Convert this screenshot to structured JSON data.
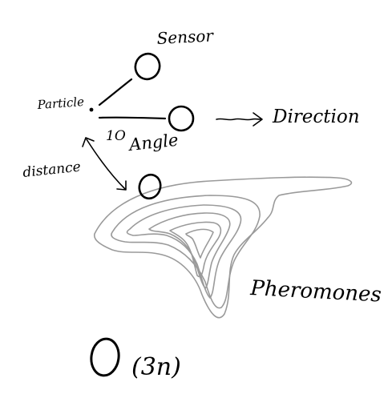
{
  "labels": {
    "sensor": "Sensor",
    "particle": "Particle",
    "direction": "Direction",
    "angle": "Angle",
    "angle_mark": "1O",
    "distance": "distance",
    "pheromones": "Pheromones",
    "sensor_count": "(3n)"
  },
  "colors": {
    "ink": "#000000",
    "pheromone": "#9a9a9a",
    "background": "#ffffff"
  }
}
